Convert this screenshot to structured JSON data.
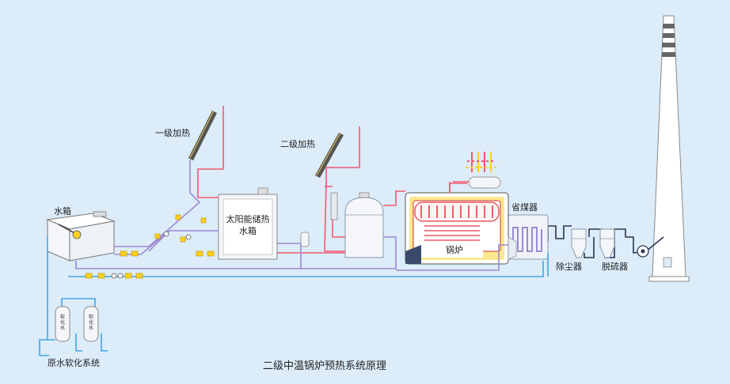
{
  "labels": {
    "water_tank": "水箱",
    "stage1_heating": "一级加热",
    "stage2_heating": "二级加热",
    "solar_storage_tank": "太阳能储热\n水箱",
    "boiler": "锅炉",
    "economizer": "省煤器",
    "dust_collector": "除尘器",
    "desulfurizer": "脱硫器",
    "softener_left": "软\n化\n水",
    "softener_right": "软\n化\n水",
    "raw_water_softening": "原水软化系统",
    "title": "二级中温锅炉预热系统原理"
  },
  "colors": {
    "background": "#dcecf9",
    "cold_water": "#3fa7e6",
    "purple_loop": "#9c8ad0",
    "hot_line": "#f05a73",
    "flue_dark": "#2a3550",
    "flame_yellow": "#ffd21e"
  }
}
